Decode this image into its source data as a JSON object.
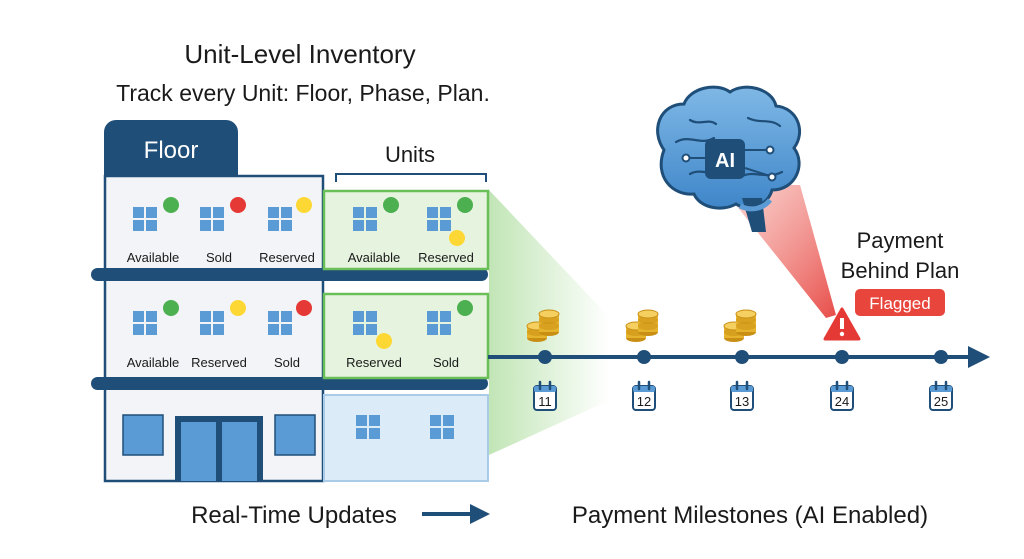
{
  "header": {
    "title": "Unit-Level Inventory",
    "subtitle": "Track every Unit: Floor, Phase, Plan."
  },
  "building": {
    "tab_label": "Floor",
    "floors": [
      {
        "units": [
          {
            "status": "Available",
            "dot": "green"
          },
          {
            "status": "Sold",
            "dot": "red"
          },
          {
            "status": "Reserved",
            "dot": "yellow"
          }
        ]
      },
      {
        "units": [
          {
            "status": "Available",
            "dot": "green"
          },
          {
            "status": "Reserved",
            "dot": "yellow"
          },
          {
            "status": "Sold",
            "dot": "red"
          }
        ]
      }
    ]
  },
  "units_panel": {
    "title": "Units",
    "rows": [
      {
        "units": [
          {
            "status": "Available",
            "dot": "green"
          },
          {
            "status": "Reserved",
            "dot": "green+yellow"
          }
        ]
      },
      {
        "units": [
          {
            "status": "Reserved",
            "dot": "yellow"
          },
          {
            "status": "Sold",
            "dot": "green"
          }
        ]
      }
    ]
  },
  "ai": {
    "badge": "AI",
    "alert_line1": "Payment",
    "alert_line2": "Behind Plan",
    "flag_label": "Flagged"
  },
  "timeline": {
    "milestones": [
      {
        "date": "11",
        "icon": "coins-icon"
      },
      {
        "date": "12",
        "icon": "coins-icon"
      },
      {
        "date": "13",
        "icon": "coins-icon"
      },
      {
        "date": "24",
        "icon": "warning-icon"
      },
      {
        "date": "25",
        "icon": "none"
      }
    ]
  },
  "footer": {
    "left_caption": "Real-Time Updates",
    "right_caption": "Payment Milestones (AI Enabled)"
  },
  "colors": {
    "navy": "#1f4e79",
    "window_blue": "#5b9bd5",
    "green": "#4caf50",
    "red": "#e53935",
    "yellow": "#fdd835",
    "panel_green": "#e6f4df",
    "alert_red": "#e8453c",
    "gold": "#d9a521"
  }
}
